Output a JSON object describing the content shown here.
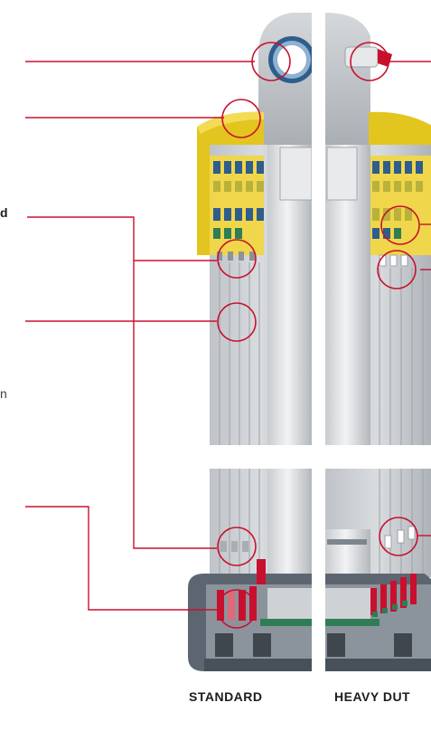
{
  "labels": {
    "standard": "STANDARD",
    "heavy_duty": "HEAVY DUT",
    "left_fragment_bold": "d",
    "left_fragment_plain": "n"
  },
  "colors": {
    "callout": "#c8102e",
    "reservoir_yellow": "#e3c51f",
    "body_grey": "#c9ccd0",
    "base_dark": "#5d6670",
    "seal_blue": "#2f5d8c",
    "seal_green": "#2e7d55",
    "seal_red": "#c8102e"
  },
  "icons": {
    "standard_shock": "shock-absorber-cutaway-icon",
    "heavy_duty_shock": "shock-absorber-cutaway-icon"
  }
}
